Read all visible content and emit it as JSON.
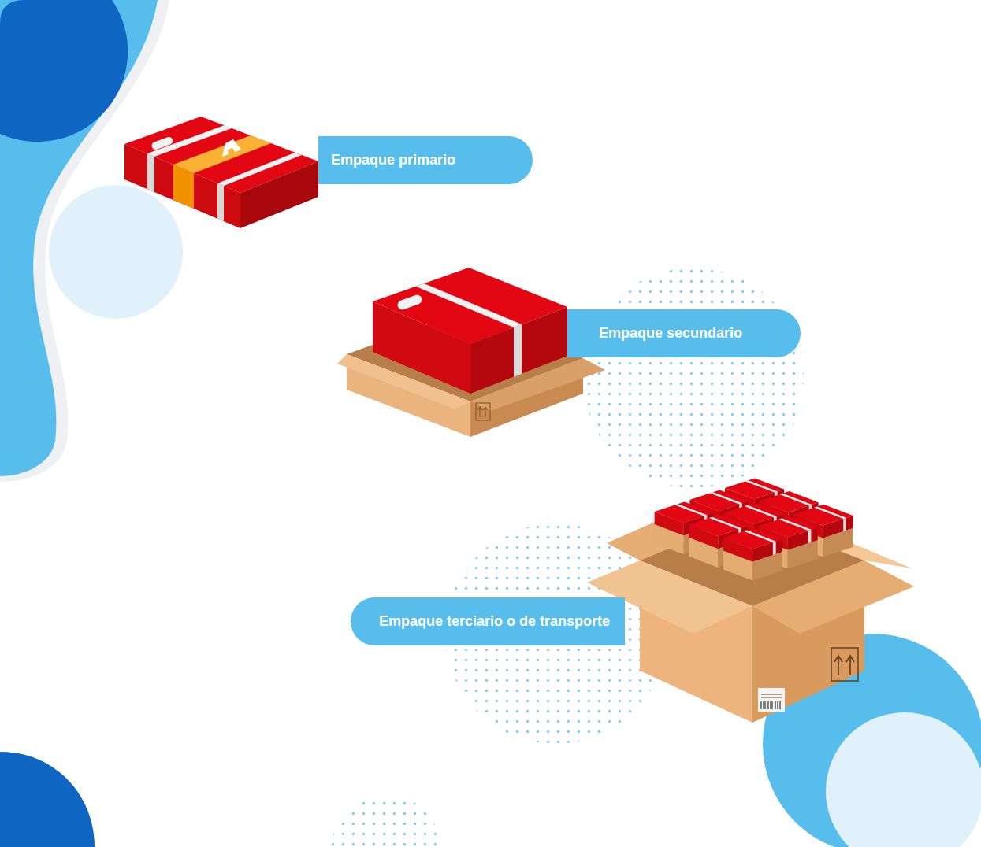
{
  "diagram": {
    "nodes": [
      {
        "text": [
          "Empaque primario"
        ]
      },
      {
        "text": [
          "Empaque secundario"
        ]
      },
      {
        "text": [
          "Empaque terciario o de transporte"
        ]
      }
    ]
  }
}
